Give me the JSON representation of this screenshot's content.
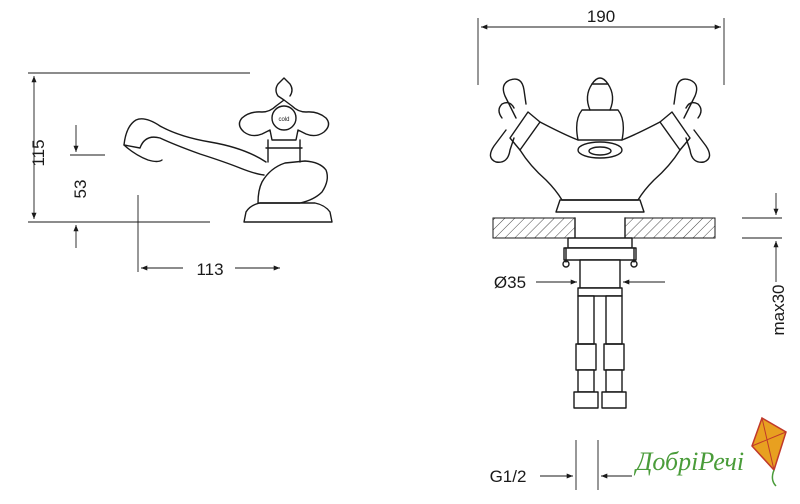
{
  "dimensions": {
    "height_total": "115",
    "height_spout": "53",
    "spout_reach": "113",
    "width_total": "190",
    "thread_diameter": "Ø35",
    "counter_thickness": "max30",
    "hose_thread": "G1/2"
  },
  "handle_label": "cold",
  "logo": {
    "text": "ДобріРечі",
    "colors": {
      "text": "#4a9c3a",
      "kite": "#e8a020",
      "kite_dark": "#c0392b"
    }
  },
  "line_color": "#1a1a1a"
}
